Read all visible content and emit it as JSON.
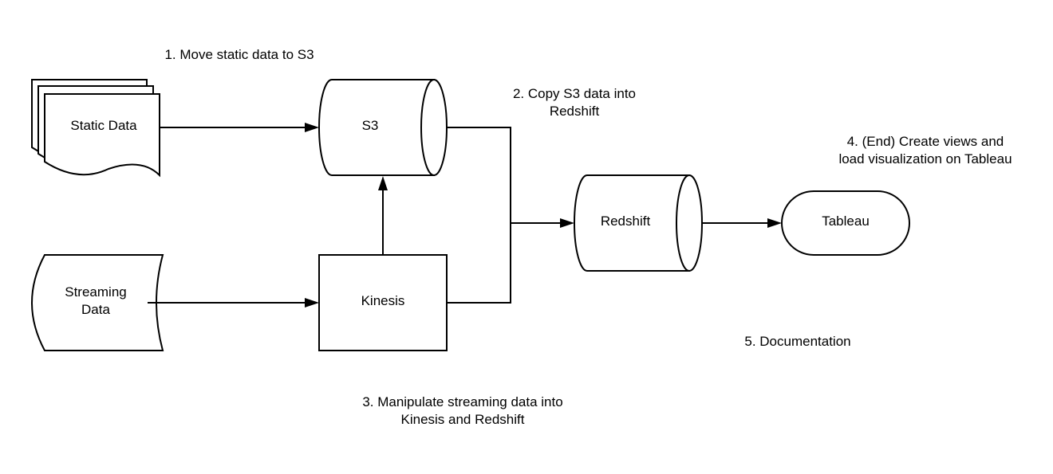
{
  "nodes": {
    "static_data": {
      "label": "Static Data"
    },
    "s3": {
      "label": "S3"
    },
    "redshift": {
      "label": "Redshift"
    },
    "tableau": {
      "label": "Tableau"
    },
    "streaming_data": {
      "label_line1": "Streaming",
      "label_line2": "Data"
    },
    "kinesis": {
      "label": "Kinesis"
    }
  },
  "annotations": {
    "step1": "1. Move static data to S3",
    "step2_line1": "2. Copy S3 data into",
    "step2_line2": "Redshift",
    "step3_line1": "3. Manipulate streaming data into",
    "step3_line2": "Kinesis and Redshift",
    "step4_line1": "4. (End) Create views and",
    "step4_line2": "load visualization on Tableau",
    "step5": "5. Documentation"
  }
}
